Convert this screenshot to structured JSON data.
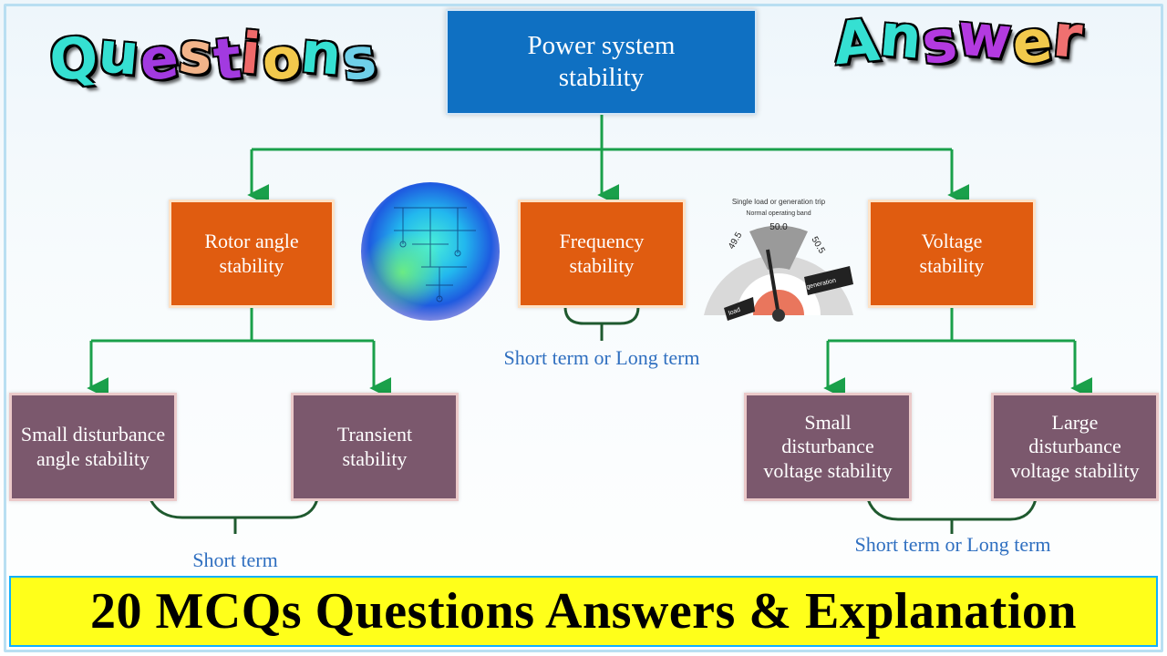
{
  "headline_left": {
    "letters": [
      "Q",
      "u",
      "e",
      "s",
      "t",
      "i",
      "o",
      "n",
      "s"
    ],
    "colors": [
      "#35e0d2",
      "#35e0d2",
      "#a23ae0",
      "#f2b48a",
      "#a23ae0",
      "#ef6a6a",
      "#f2c94c",
      "#35e0d2",
      "#6fd0e8"
    ]
  },
  "headline_right": {
    "letters": [
      "A",
      "n",
      "s",
      "w",
      "e",
      "r"
    ],
    "colors": [
      "#35e0d2",
      "#35e0d2",
      "#b33ae0",
      "#b33ae0",
      "#f2c94c",
      "#ef7070"
    ]
  },
  "diagram": {
    "root": "Power system stability",
    "branches": {
      "rotor": "Rotor angle stability",
      "frequency": "Frequency stability",
      "voltage": "Voltage stability"
    },
    "leaves": {
      "small_angle": "Small disturbance angle stability",
      "transient": "Transient stability",
      "small_voltage": "Small disturbance voltage stability",
      "large_voltage": "Large disturbance voltage stability"
    },
    "notes": {
      "rotor_term": "Short term",
      "frequency_term": "Short term or Long term",
      "voltage_term": "Short term or Long term"
    },
    "line_color": "#1aa04a"
  },
  "gauge": {
    "arc_label": "Single load or generation trip",
    "band_label": "Normal operating band",
    "center_value": "50.0",
    "left_value": "49.5",
    "right_value": "50.5",
    "tag_right": "generation",
    "tag_left": "load"
  },
  "banner": {
    "text": "20 MCQs Questions Answers & Explanation",
    "background": "#ffff1a"
  }
}
